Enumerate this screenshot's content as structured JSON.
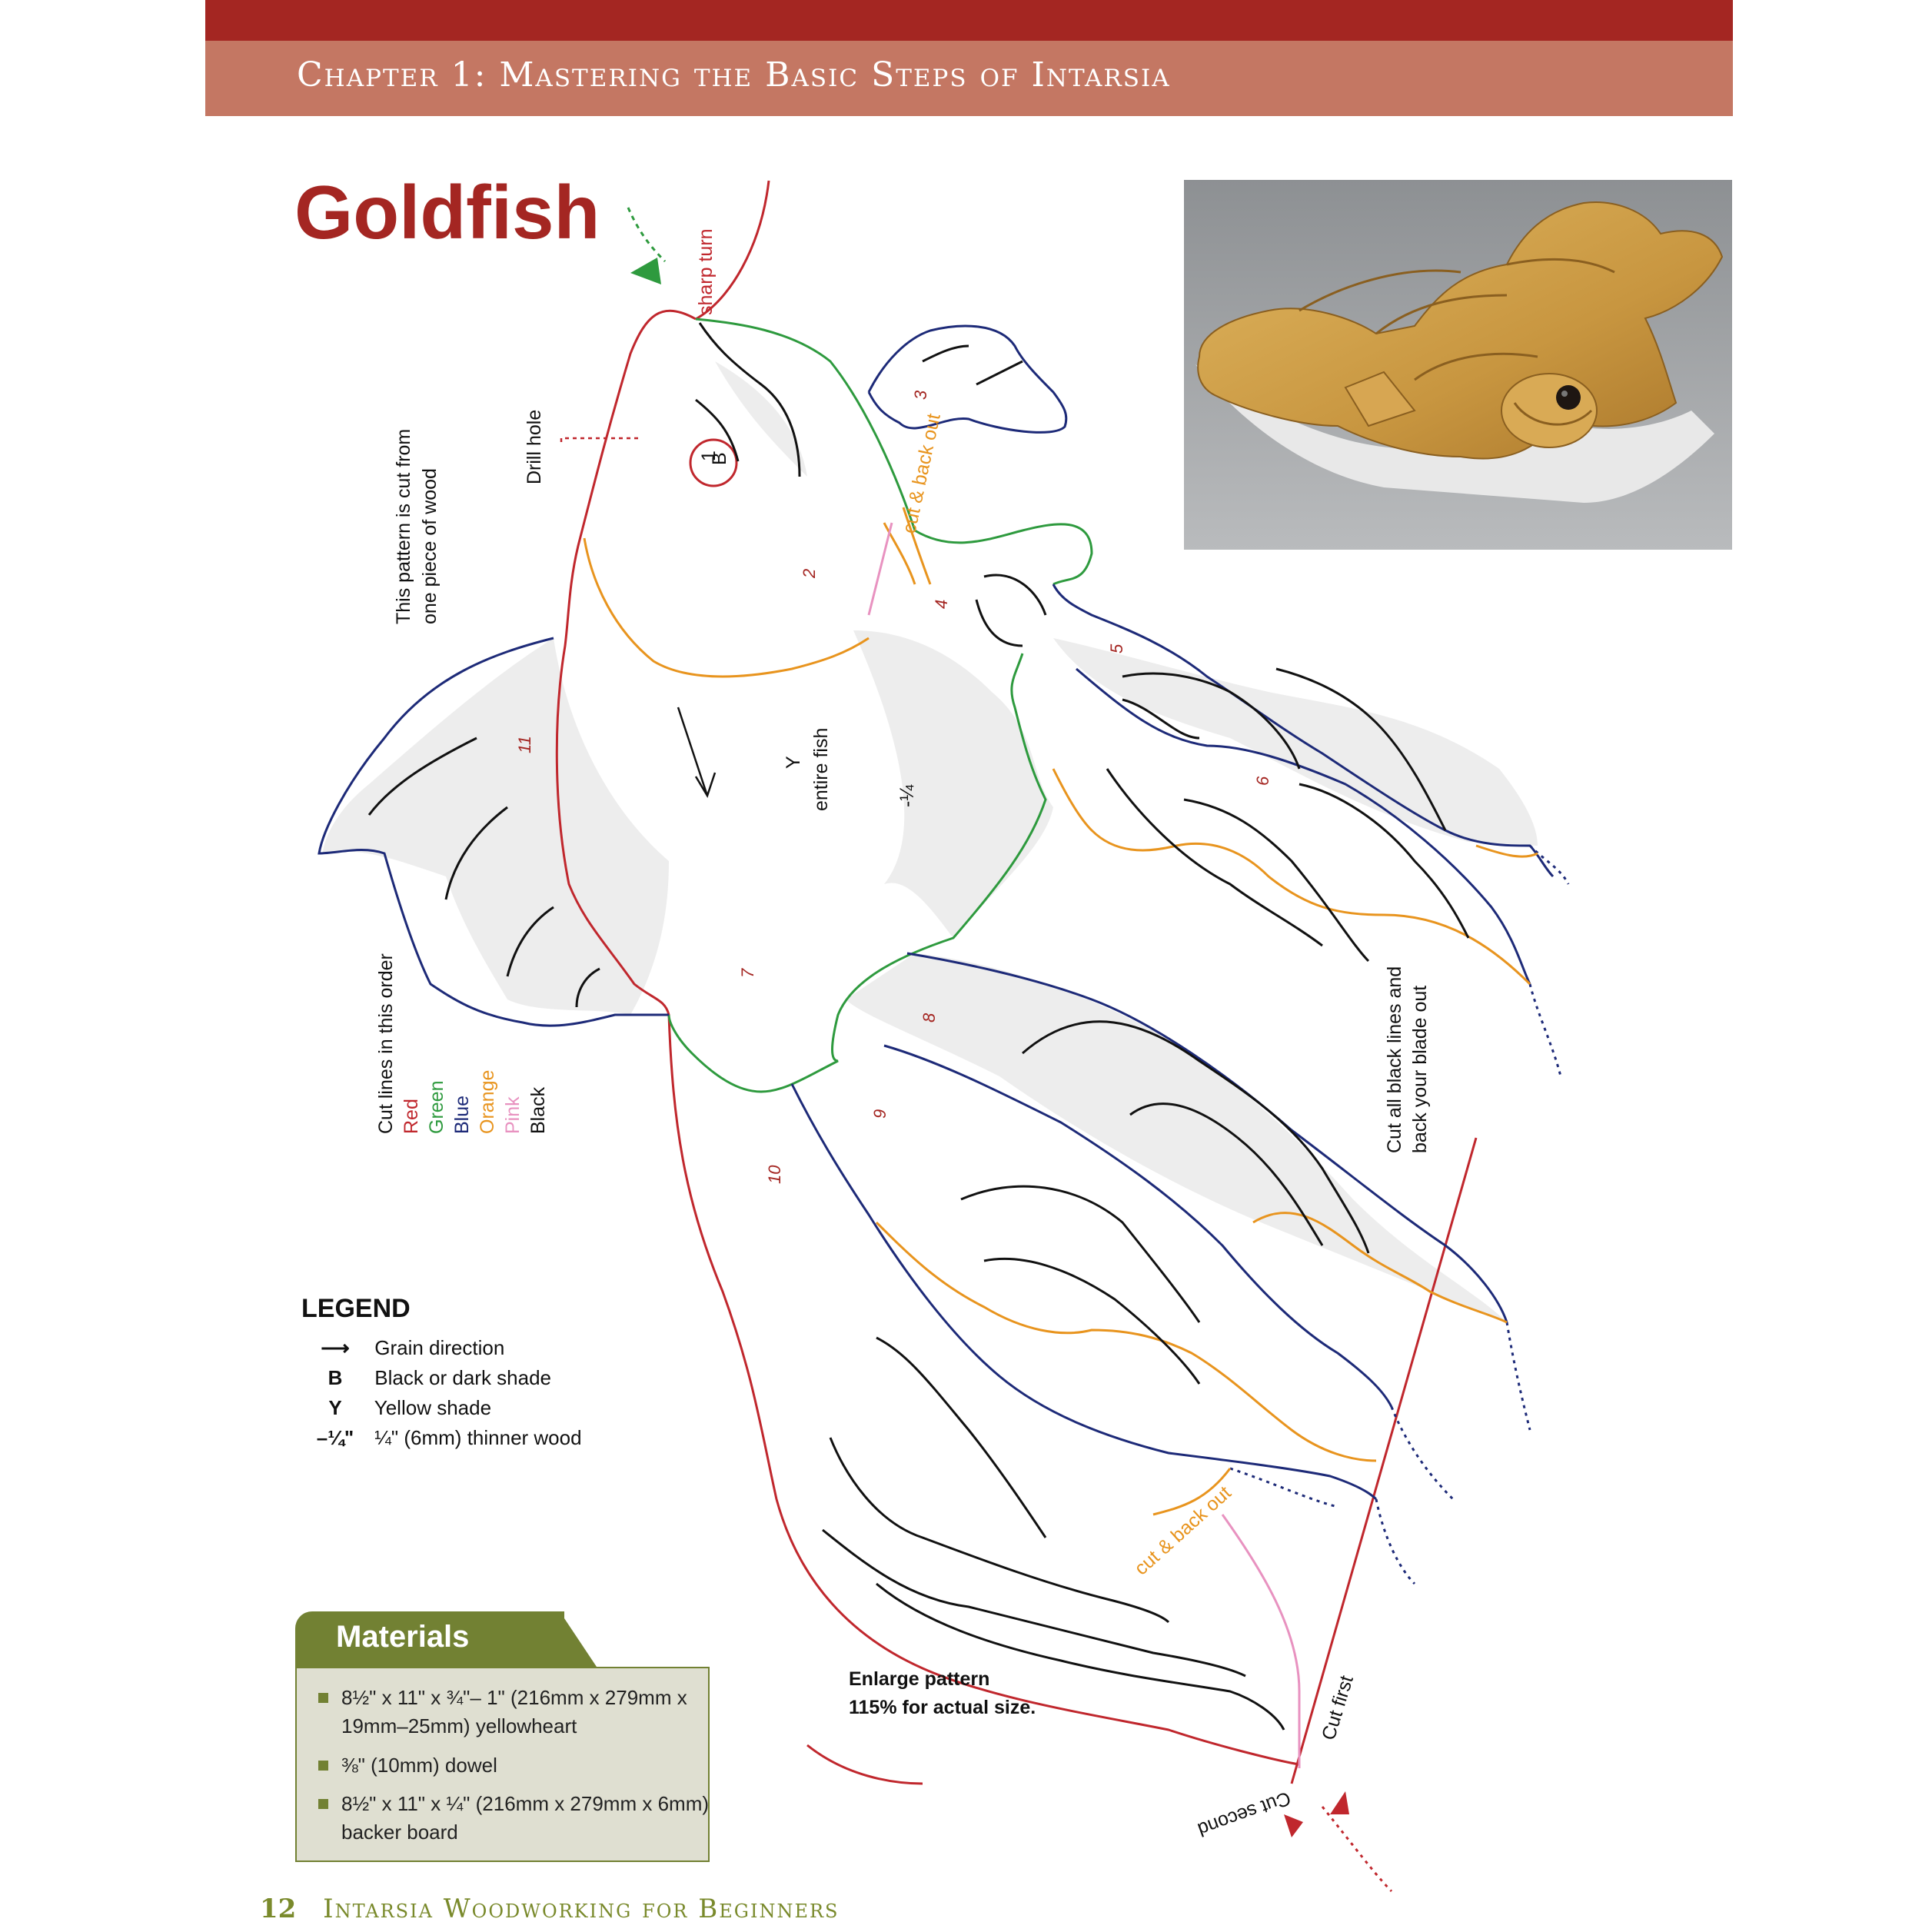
{
  "header": {
    "chapter_title": "Chapter 1: Mastering the Basic Steps of Intarsia"
  },
  "title": "Goldfish",
  "annotations": {
    "sharp_turn": "sharp turn",
    "drill_hole": "Drill hole",
    "one_piece_line1": "This pattern is cut from",
    "one_piece_line2": "one piece of wood",
    "cut_back_out": "cut & back out",
    "cut_back_out_bottom": "cut & back out",
    "entire_fish_y": "Y",
    "entire_fish": "entire fish",
    "thinner": "-¼",
    "cut_black_line1": "Cut all black lines and",
    "cut_black_line2": "back your blade out",
    "cut_first": "Cut first",
    "cut_second": "Cut second",
    "drill_hole_label": "1",
    "drill_hole_b": "B"
  },
  "piece_numbers": [
    "2",
    "3",
    "4",
    "5",
    "6",
    "7",
    "8",
    "9",
    "10",
    "11"
  ],
  "cut_order": {
    "heading": "Cut lines in this order",
    "items": [
      {
        "label": "Red",
        "color": "#c0272d"
      },
      {
        "label": "Green",
        "color": "#2e9a3e"
      },
      {
        "label": "Blue",
        "color": "#1d2a78"
      },
      {
        "label": "Orange",
        "color": "#e8941e"
      },
      {
        "label": "Pink",
        "color": "#e892c0"
      },
      {
        "label": "Black",
        "color": "#111111"
      }
    ]
  },
  "legend": {
    "title": "LEGEND",
    "items": [
      {
        "symbol": "⟶",
        "text": "Grain direction"
      },
      {
        "symbol": "B",
        "text": "Black or dark shade"
      },
      {
        "symbol": "Y",
        "text": "Yellow shade"
      },
      {
        "symbol": "–¼\"",
        "text": "¼\" (6mm) thinner wood"
      }
    ]
  },
  "enlarge": {
    "line1": "Enlarge pattern",
    "line2": "115% for actual size."
  },
  "materials": {
    "title": "Materials",
    "items": [
      "8½\" x 11\" x ¾\"– 1\" (216mm x 279mm x 19mm–25mm) yellowheart",
      "⅜\" (10mm) dowel",
      "8½\" x 11\" x ¼\" (216mm x 279mm x 6mm) backer board"
    ]
  },
  "footer": {
    "page_number": "12",
    "book_title": "Intarsia Woodworking for Beginners"
  },
  "colors": {
    "red": "#c0272d",
    "green": "#2e9a3e",
    "blue": "#1d2a78",
    "orange": "#e8941e",
    "pink": "#e892c0",
    "header_dark": "#a42622",
    "header_light": "#c47763",
    "materials_green": "#728133"
  }
}
